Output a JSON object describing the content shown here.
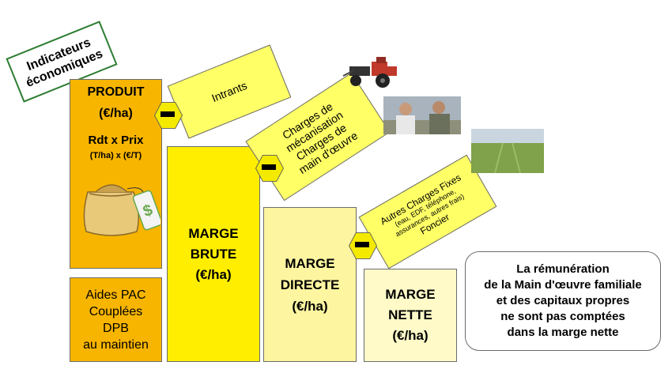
{
  "indicateurs": {
    "line1": "Indicateurs",
    "line2": "économiques"
  },
  "produit": {
    "title": "PRODUIT",
    "unit": "(€/ha)",
    "formula": "Rdt x Prix",
    "formula_units": "(T/ha) x (€/T)"
  },
  "aides": {
    "lines": [
      "Aides PAC",
      "Couplées",
      "DPB",
      "au maintien"
    ]
  },
  "intrants": {
    "label": "Intrants"
  },
  "charges": {
    "lines": [
      "Charges de",
      "mécanisation",
      "Charges de",
      "main d'œuvre"
    ]
  },
  "autres": {
    "title": "Autres Charges Fixes",
    "detail1": "(eau, EDF, téléphone,",
    "detail2": "assurances, autres frais)",
    "foncier": "Foncier"
  },
  "marge_brute": {
    "line1": "MARGE",
    "line2": "BRUTE",
    "unit": "(€/ha)"
  },
  "marge_directe": {
    "line1": "MARGE",
    "line2": "DIRECTE",
    "unit": "(€/ha)"
  },
  "marge_nette": {
    "line1": "MARGE",
    "line2": "NETTE",
    "unit": "(€/ha)"
  },
  "note": {
    "lines": [
      "La rémunération",
      "de la Main d'œuvre familiale",
      "et des capitaux propres",
      "ne sont pas comptées",
      "dans la marge nette"
    ]
  },
  "colors": {
    "produit": "#f7b500",
    "marge_brute": "#ffee00",
    "marge_directe": "#fdf5a0",
    "marge_nette": "#fffac8",
    "charges": "#ffff66",
    "hexagon": "#f4ea00",
    "indicateurs_border": "#2e7d32"
  }
}
